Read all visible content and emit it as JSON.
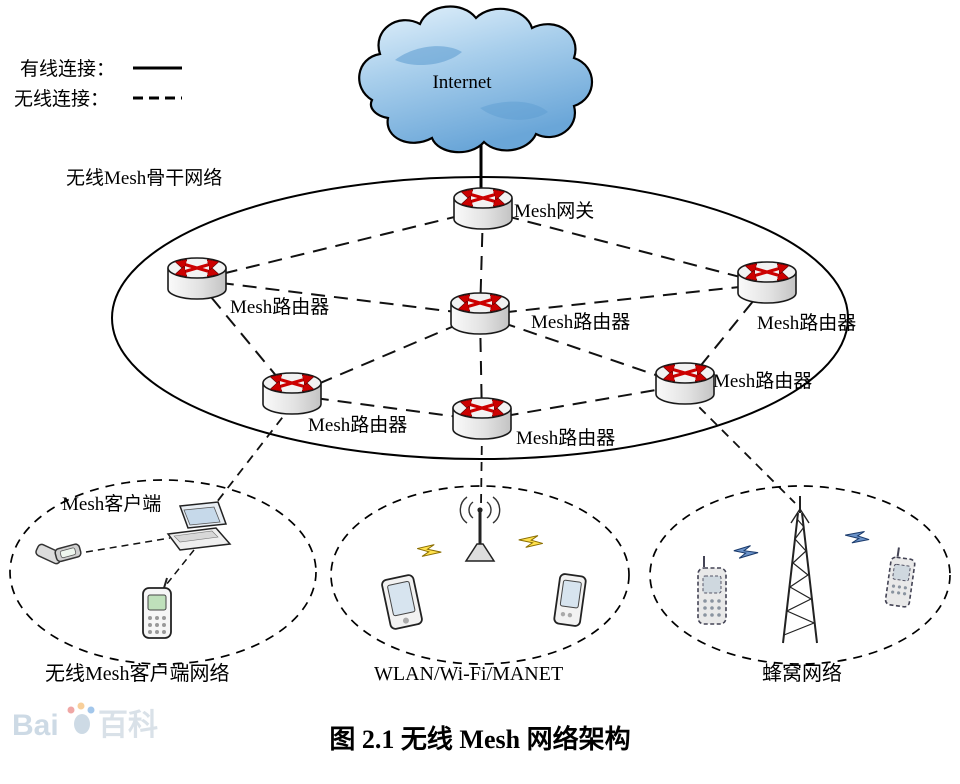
{
  "legend": {
    "wired_label": "有线连接：",
    "wireless_label": "无线连接："
  },
  "cloud": {
    "label": "Internet"
  },
  "backbone": {
    "label": "无线Mesh骨干网络",
    "gateway_label": "Mesh网关",
    "router_label": "Mesh路由器"
  },
  "client_networks": {
    "mesh_client_label": "Mesh客户端",
    "left_label": "无线Mesh客户端网络",
    "middle_label": "WLAN/Wi-Fi/MANET",
    "right_label": "蜂窝网络"
  },
  "caption": "图 2.1  无线 Mesh 网络架构",
  "watermark": {
    "part1": "Bai",
    "part2": "百科"
  },
  "colors": {
    "arrow_red": "#cc0000",
    "bolt_yellow": "#ffe14d",
    "bolt_blue": "#6b93c9",
    "cloud_top": "#ddeffa",
    "cloud_bottom": "#74add9"
  }
}
